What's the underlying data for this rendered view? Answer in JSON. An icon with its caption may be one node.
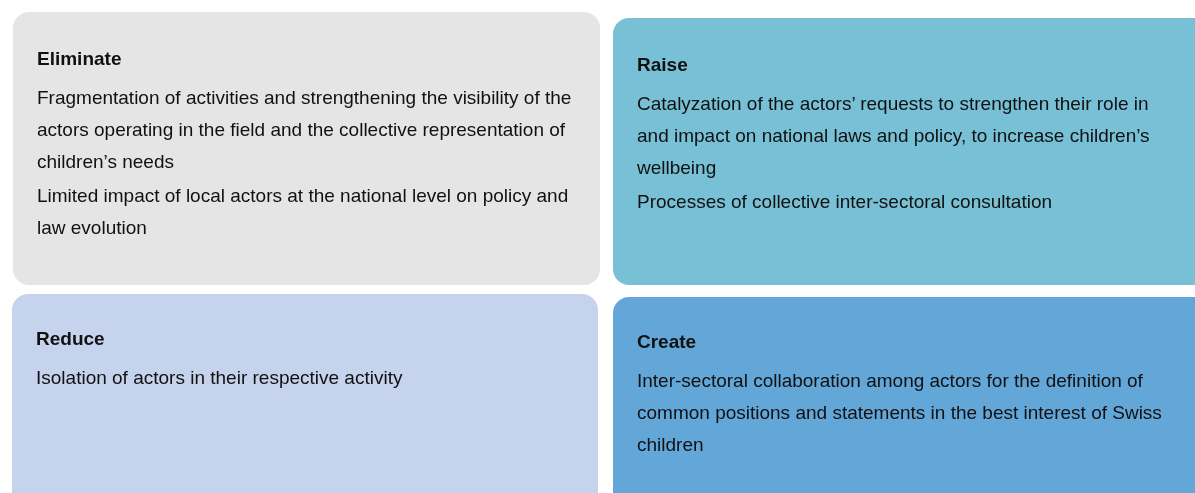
{
  "diagram": {
    "nodes": [
      {
        "text": [
          "Eliminate",
          "Fragmentation of activities and strengthening the visibility of the actors operating in the field and the collective representation of children’s needs",
          "Limited impact of local actors at the national level on policy and law evolution"
        ]
      },
      {
        "text": [
          "Raise",
          "Catalyzation of the actors’ requests to strengthen their role in and impact on national laws and policy, to increase children’s wellbeing",
          "Processes of collective inter-sectoral consultation"
        ]
      },
      {
        "text": [
          "Reduce",
          "Isolation of actors in their respective activity"
        ]
      },
      {
        "text": [
          "Create",
          "Inter-sectoral collaboration among actors for the definition of common positions and statements in the best interest of Swiss children"
        ]
      }
    ]
  }
}
